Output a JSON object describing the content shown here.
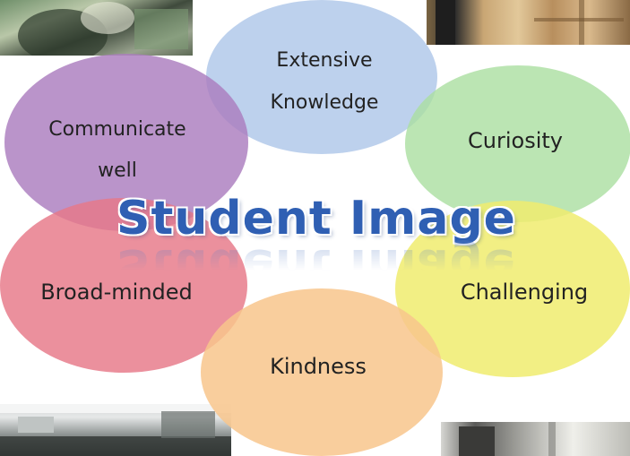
{
  "diagram": {
    "title": "Student Image",
    "traits": {
      "top": "Extensive\nKnowledge",
      "left": "Communicate\nwell",
      "right": "Curiosity",
      "bottom_left": "Broad-minded",
      "bottom_right": "Challenging",
      "bottom": "Kindness"
    },
    "colors": {
      "top": "#aac4e8",
      "left": "#ab7dbe",
      "right": "#aadea0",
      "bottom_left": "#e67887",
      "bottom_right": "#f0ec6e",
      "bottom": "#f8c68c",
      "title": "#2f5fb3"
    }
  },
  "photos": {
    "top_left": "photo-students-icon",
    "top_right": "photo-hallway-icon",
    "bottom_left": "photo-classroom-icon",
    "bottom_right": "photo-room-icon"
  }
}
